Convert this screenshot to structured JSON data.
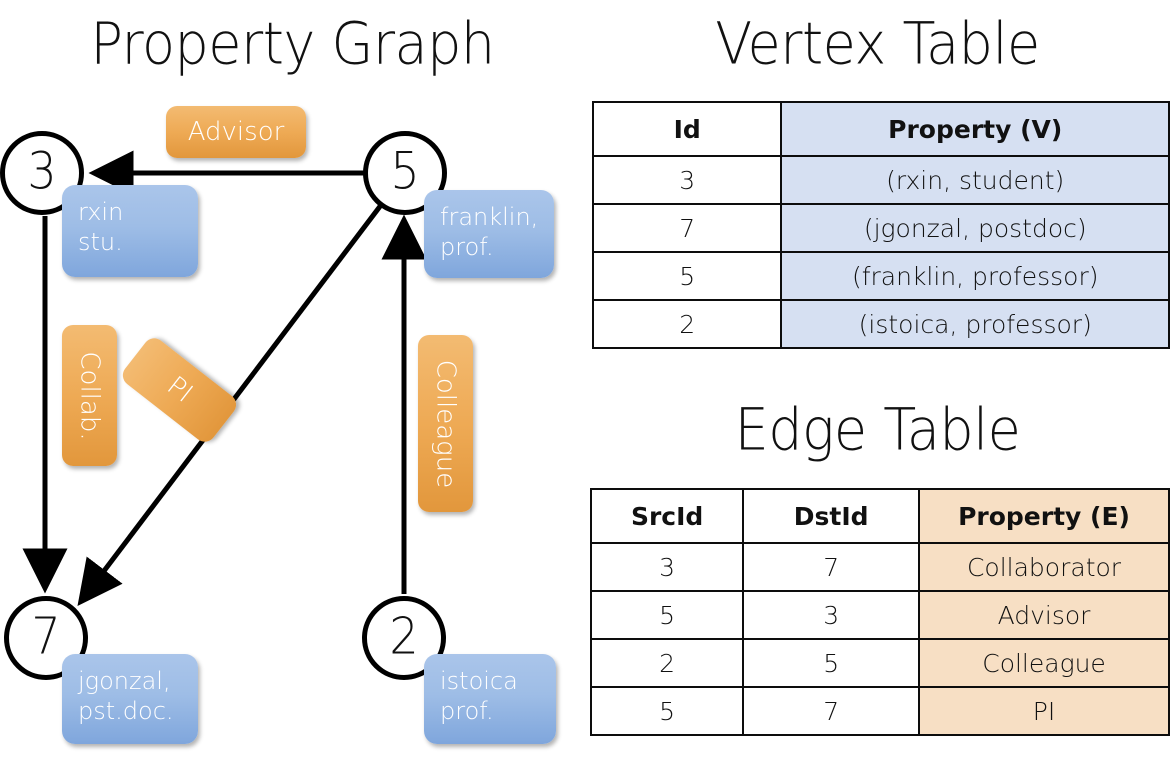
{
  "titles": {
    "property_graph": "Property Graph",
    "vertex_table": "Vertex Table",
    "edge_table": "Edge Table"
  },
  "colors": {
    "vertex_cell": "#d6e0f2",
    "edge_cell": "#f7dfc4",
    "node_box_blue": "#9ebde6",
    "edge_label_orange": "#eeaa55",
    "stroke": "#000000"
  },
  "graph": {
    "nodes": [
      {
        "id": "3",
        "property_line1": "rxin",
        "property_line2": "stu."
      },
      {
        "id": "5",
        "property_line1": "franklin,",
        "property_line2": "prof."
      },
      {
        "id": "7",
        "property_line1": "jgonzal,",
        "property_line2": "pst.doc."
      },
      {
        "id": "2",
        "property_line1": "istoica",
        "property_line2": "prof."
      }
    ],
    "edge_labels": [
      {
        "label": "Advisor",
        "orientation": "horizontal"
      },
      {
        "label": "Collab.",
        "orientation": "vertical"
      },
      {
        "label": "PI",
        "orientation": "tilted"
      },
      {
        "label": "Colleague",
        "orientation": "vertical"
      }
    ],
    "edges": [
      {
        "src": "5",
        "dst": "3",
        "label": "Advisor"
      },
      {
        "src": "3",
        "dst": "7",
        "label": "Collab."
      },
      {
        "src": "5",
        "dst": "7",
        "label": "PI"
      },
      {
        "src": "2",
        "dst": "5",
        "label": "Colleague"
      }
    ]
  },
  "vertex_table": {
    "headers": [
      "Id",
      "Property (V)"
    ],
    "rows": [
      {
        "id": "3",
        "property": "(rxin, student)"
      },
      {
        "id": "7",
        "property": "(jgonzal, postdoc)"
      },
      {
        "id": "5",
        "property": "(franklin, professor)"
      },
      {
        "id": "2",
        "property": "(istoica, professor)"
      }
    ]
  },
  "edge_table": {
    "headers": [
      "SrcId",
      "DstId",
      "Property (E)"
    ],
    "rows": [
      {
        "src": "3",
        "dst": "7",
        "property": "Collaborator"
      },
      {
        "src": "5",
        "dst": "3",
        "property": "Advisor"
      },
      {
        "src": "2",
        "dst": "5",
        "property": "Colleague"
      },
      {
        "src": "5",
        "dst": "7",
        "property": "PI"
      }
    ]
  }
}
